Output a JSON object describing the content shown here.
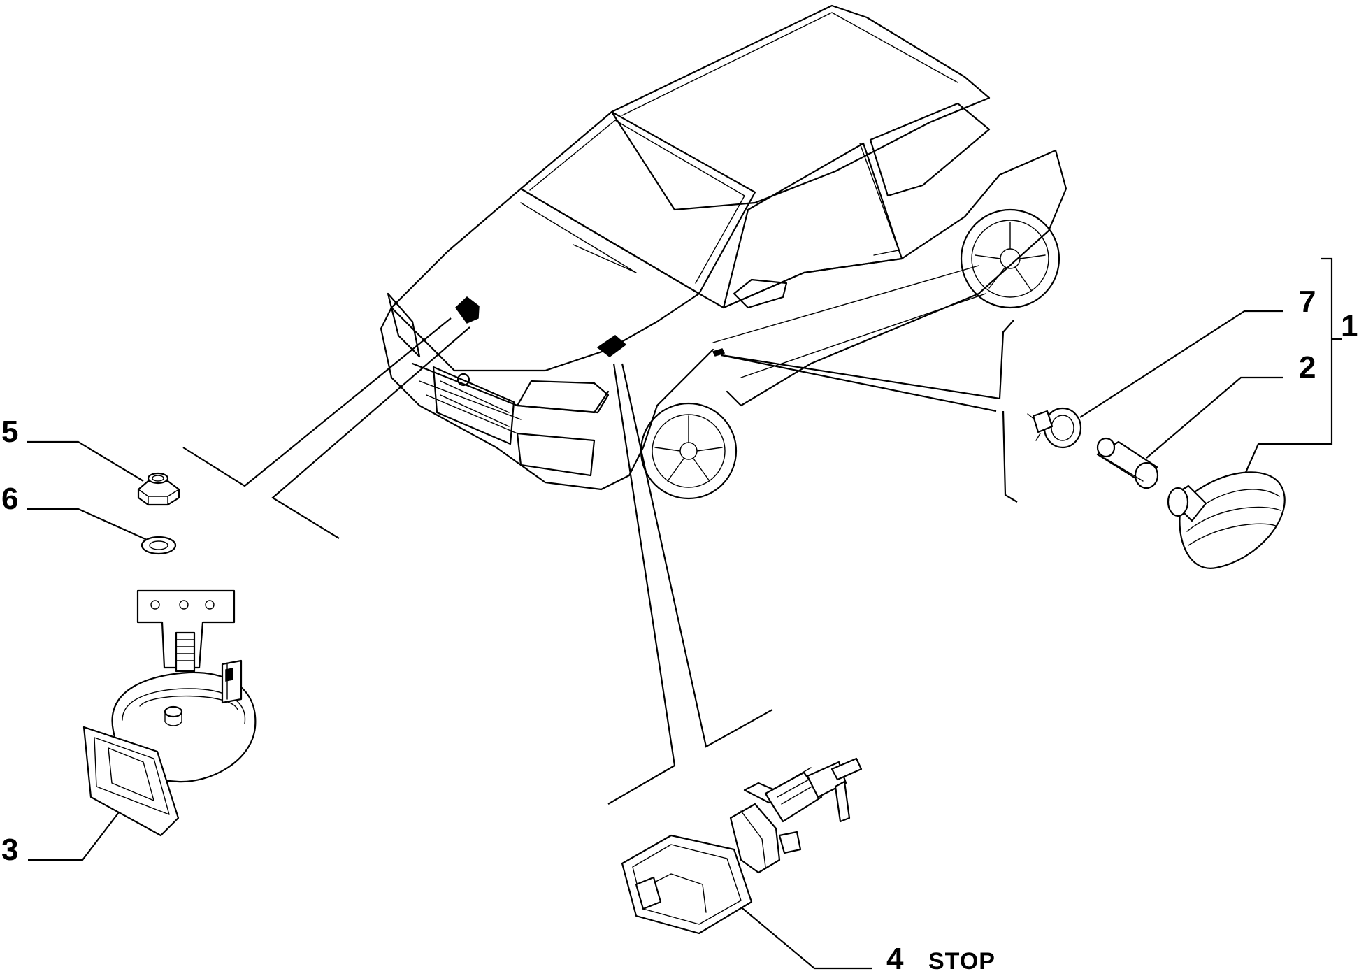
{
  "diagram": {
    "callouts": [
      {
        "id": "1",
        "text": "1"
      },
      {
        "id": "2",
        "text": "2"
      },
      {
        "id": "3",
        "text": "3"
      },
      {
        "id": "4",
        "text": "4"
      },
      {
        "id": "5",
        "text": "5"
      },
      {
        "id": "6",
        "text": "6"
      },
      {
        "id": "7",
        "text": "7"
      }
    ],
    "stop_label": "STOP"
  }
}
